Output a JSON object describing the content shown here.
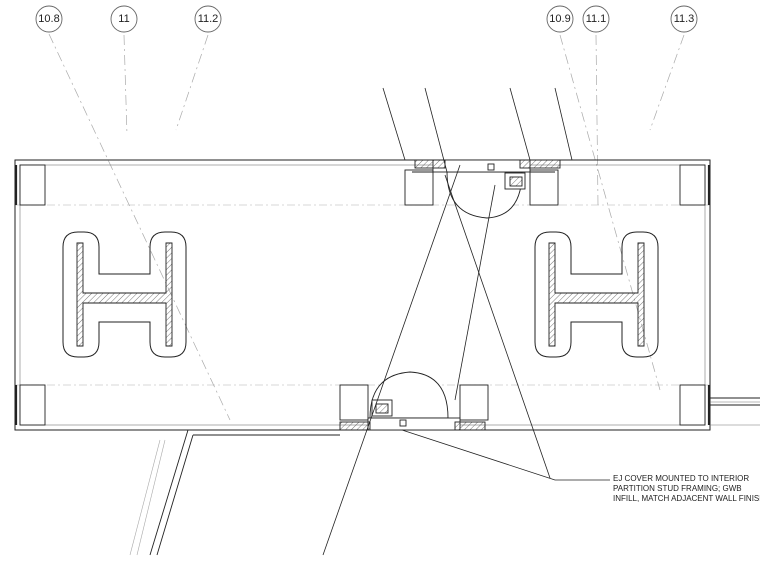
{
  "grid_bubbles": [
    {
      "id": "b1",
      "label": "10.8"
    },
    {
      "id": "b2",
      "label": "11"
    },
    {
      "id": "b3",
      "label": "11.2"
    },
    {
      "id": "b4",
      "label": "10.9"
    },
    {
      "id": "b5",
      "label": "11.1"
    },
    {
      "id": "b6",
      "label": "11.3"
    }
  ],
  "callout": {
    "lines": [
      "EJ COVER MOUNTED TO INTERIOR",
      "PARTITION STUD FRAMING; GWB",
      "INFILL, MATCH ADJACENT WALL FINISH"
    ]
  },
  "colors": {
    "line": "#222222",
    "grid": "#9a9a9a",
    "hatch": "#555555",
    "bubble_stroke": "#666666"
  }
}
